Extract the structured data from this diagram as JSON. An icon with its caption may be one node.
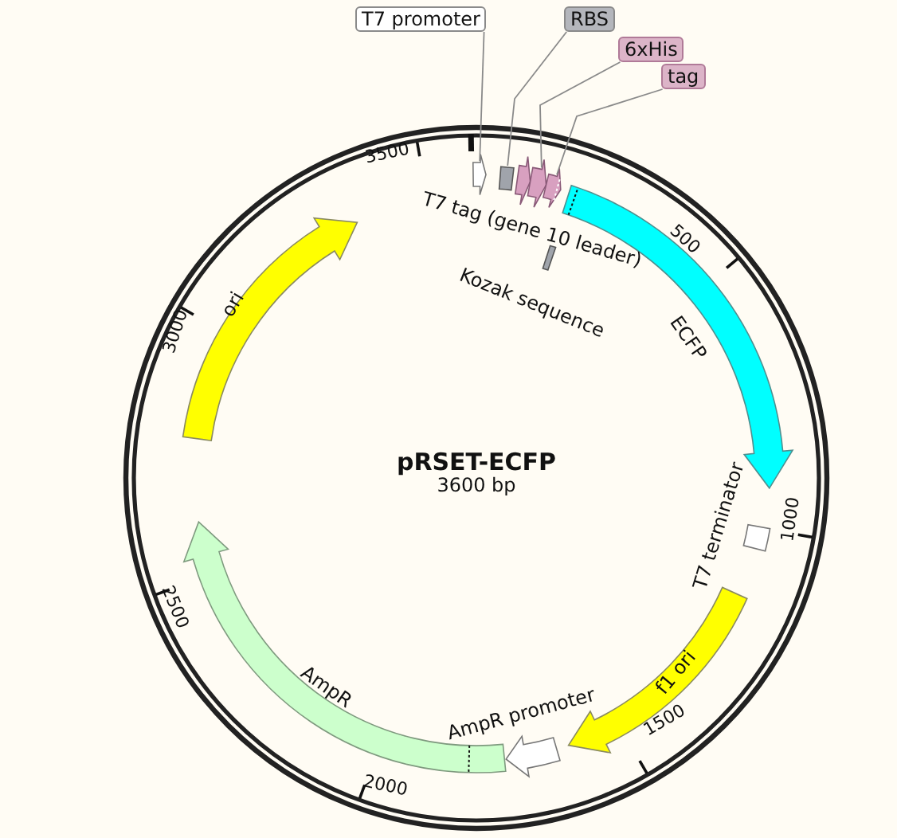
{
  "diagram": {
    "title": "pRSET-ECFP",
    "nodes": [
      {
        "text": [
          "T7 promoter"
        ]
      },
      {
        "text": [
          "RBS"
        ]
      },
      {
        "text": [
          "6xHis"
        ]
      },
      {
        "text": [
          "tag"
        ]
      },
      {
        "text": [],
        "shape": "arrow"
      },
      {
        "text": [],
        "shape": "box"
      },
      {
        "text": [],
        "shape": "arrow"
      },
      {
        "text": [],
        "shape": "arrow"
      },
      {
        "text": [
          "T7 tag (gene 10 leader)"
        ]
      },
      {
        "text": [
          "Kozak sequence"
        ]
      },
      {
        "text": [
          "ECFP"
        ]
      },
      {
        "text": [
          "T7 terminator"
        ]
      },
      {
        "text": [
          "f1 ori"
        ]
      },
      {
        "text": [
          "AmpR promoter"
        ]
      },
      {
        "text": [
          "AmpR"
        ]
      },
      {
        "text": [
          "ori"
        ]
      }
    ],
    "edges": [
      {
        "from": 0,
        "to": 4,
        "arrow": "none"
      },
      {
        "from": 1,
        "to": 5,
        "arrow": "none"
      },
      {
        "from": 2,
        "to": 6,
        "arrow": "none"
      },
      {
        "from": 3,
        "to": 7,
        "arrow": "none"
      }
    ],
    "labels": [
      "3500",
      "500",
      "3000",
      "3600 bp",
      "1000",
      "2500",
      "1500",
      "2000"
    ]
  }
}
